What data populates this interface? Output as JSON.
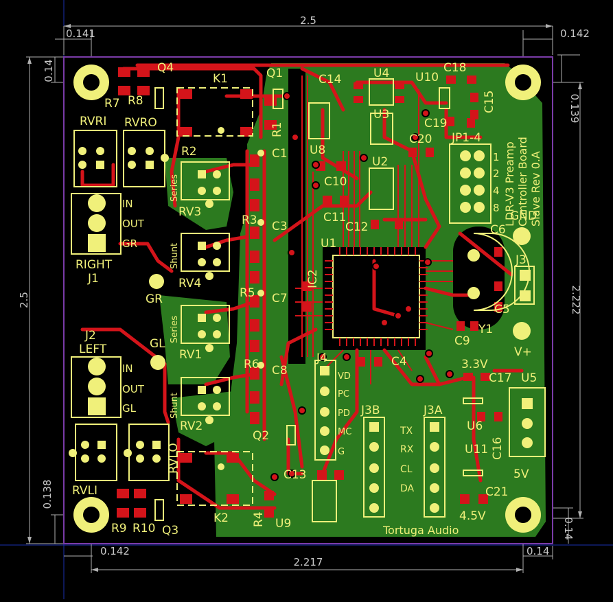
{
  "colors": {
    "background": "#000000",
    "dimension": "#b0b0b0",
    "board_outline": "#7a3ba8",
    "top_copper": "#d4141a",
    "bottom_copper": "#2c7a1f",
    "silkscreen": "#f0f07a",
    "pad": "#f0f07a",
    "drill": "#000000",
    "guide": "#1a2fb0"
  },
  "dimensions": {
    "top_width": "2.5",
    "left_margin_top": "0.141",
    "right_margin_top": "0.142",
    "left_height": "2.5",
    "top_left_vertical": "0.14",
    "top_right_vertical": "0.139",
    "right_height": "2.222",
    "bottom_left_vertical": "0.138",
    "bottom_right_vertical": "0.14",
    "bottom_left_margin": "0.142",
    "bottom_right_margin": "0.14",
    "bottom_width": "2.217"
  },
  "board_text": {
    "title_line1": "LDR-V3 Preamp",
    "title_line2": "Controller Board",
    "title_line3": "Slave  Rev 0.A",
    "brand": "Tortuga Audio"
  },
  "components": {
    "Q4": "Q4",
    "K1": "K1",
    "Q1": "Q1",
    "C14": "C14",
    "U4": "U4",
    "U10": "U10",
    "C18": "C18",
    "C15": "C15",
    "R7": "R7",
    "R8": "R8",
    "RVRI": "RVRI",
    "RVRO": "RVRO",
    "R1": "R1",
    "U3": "U3",
    "C19": "C19",
    "R2": "R2",
    "C1": "C1",
    "U8": "U8",
    "C20": "C20",
    "JP1_4": "JP1-4",
    "U2": "U2",
    "C10": "C10",
    "RV3": "RV3",
    "C11": "C11",
    "R3": "R3",
    "C3": "C3",
    "C12": "C12",
    "C6": "C6",
    "GND": "GND",
    "U1": "U1",
    "RV4": "RV4",
    "J3": "J3",
    "IC2": "IC2",
    "R5": "R5",
    "C7": "C7",
    "C5": "C5",
    "RV1": "RV1",
    "C9": "C9",
    "Y1": "Y1",
    "J2": "J2",
    "LEFT": "LEFT",
    "GL": "GL",
    "R6": "R6",
    "J4": "J4",
    "C4": "C4",
    "V_PLUS": "V+",
    "C8": "C8",
    "V33": "3.3V",
    "C17": "C17",
    "U5": "U5",
    "RV2": "RV2",
    "J3B": "J3B",
    "J3A": "J3A",
    "U6": "U6",
    "Q2": "Q2",
    "C16": "C16",
    "U11": "U11",
    "RVLI": "RVLI",
    "RVLO": "RVLO",
    "C13": "C13",
    "V5": "5V",
    "C21": "C21",
    "R9": "R9",
    "R10": "R10",
    "Q3": "Q3",
    "K2": "K2",
    "R4": "R4",
    "U9": "U9",
    "V45": "4.5V",
    "RIGHT": "RIGHT",
    "J1": "J1",
    "GR": "GR"
  },
  "pin_labels": {
    "in_r": "IN",
    "out_r": "OUT",
    "gr_r": "GR",
    "in_l": "IN",
    "out_l": "OUT",
    "gl_l": "GL",
    "series_top": "Series",
    "shunt_top": "Shunt",
    "series_bot": "Series",
    "shunt_bot": "Shunt",
    "vd": "VD",
    "pc": "PC",
    "pd": "PD",
    "mc": "MC",
    "g": "G",
    "tx": "TX",
    "rx": "RX",
    "cl": "CL",
    "da": "DA",
    "jp_1": "1",
    "jp_2": "2",
    "jp_3": "4",
    "jp_4": "8"
  }
}
